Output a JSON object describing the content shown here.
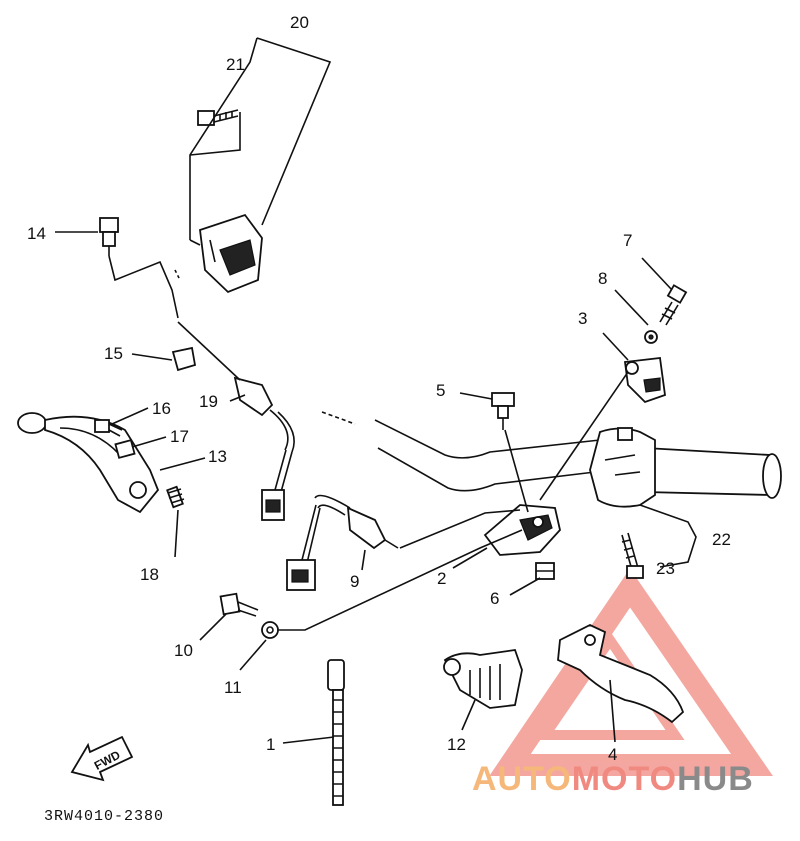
{
  "diagram_code": "3RW4010-2380",
  "fwd_label": "FWD",
  "callouts": [
    "20",
    "21",
    "14",
    "15",
    "16",
    "17",
    "13",
    "19",
    "18",
    "10",
    "11",
    "1",
    "9",
    "2",
    "6",
    "5",
    "3",
    "8",
    "7",
    "22",
    "23",
    "12",
    "4"
  ],
  "watermark": {
    "part1": "AUTO",
    "part2": "MOTO",
    "part3": "HUB",
    "color1": "#f5b87a",
    "color2": "#f08a80",
    "color3": "#8a8a8a"
  }
}
